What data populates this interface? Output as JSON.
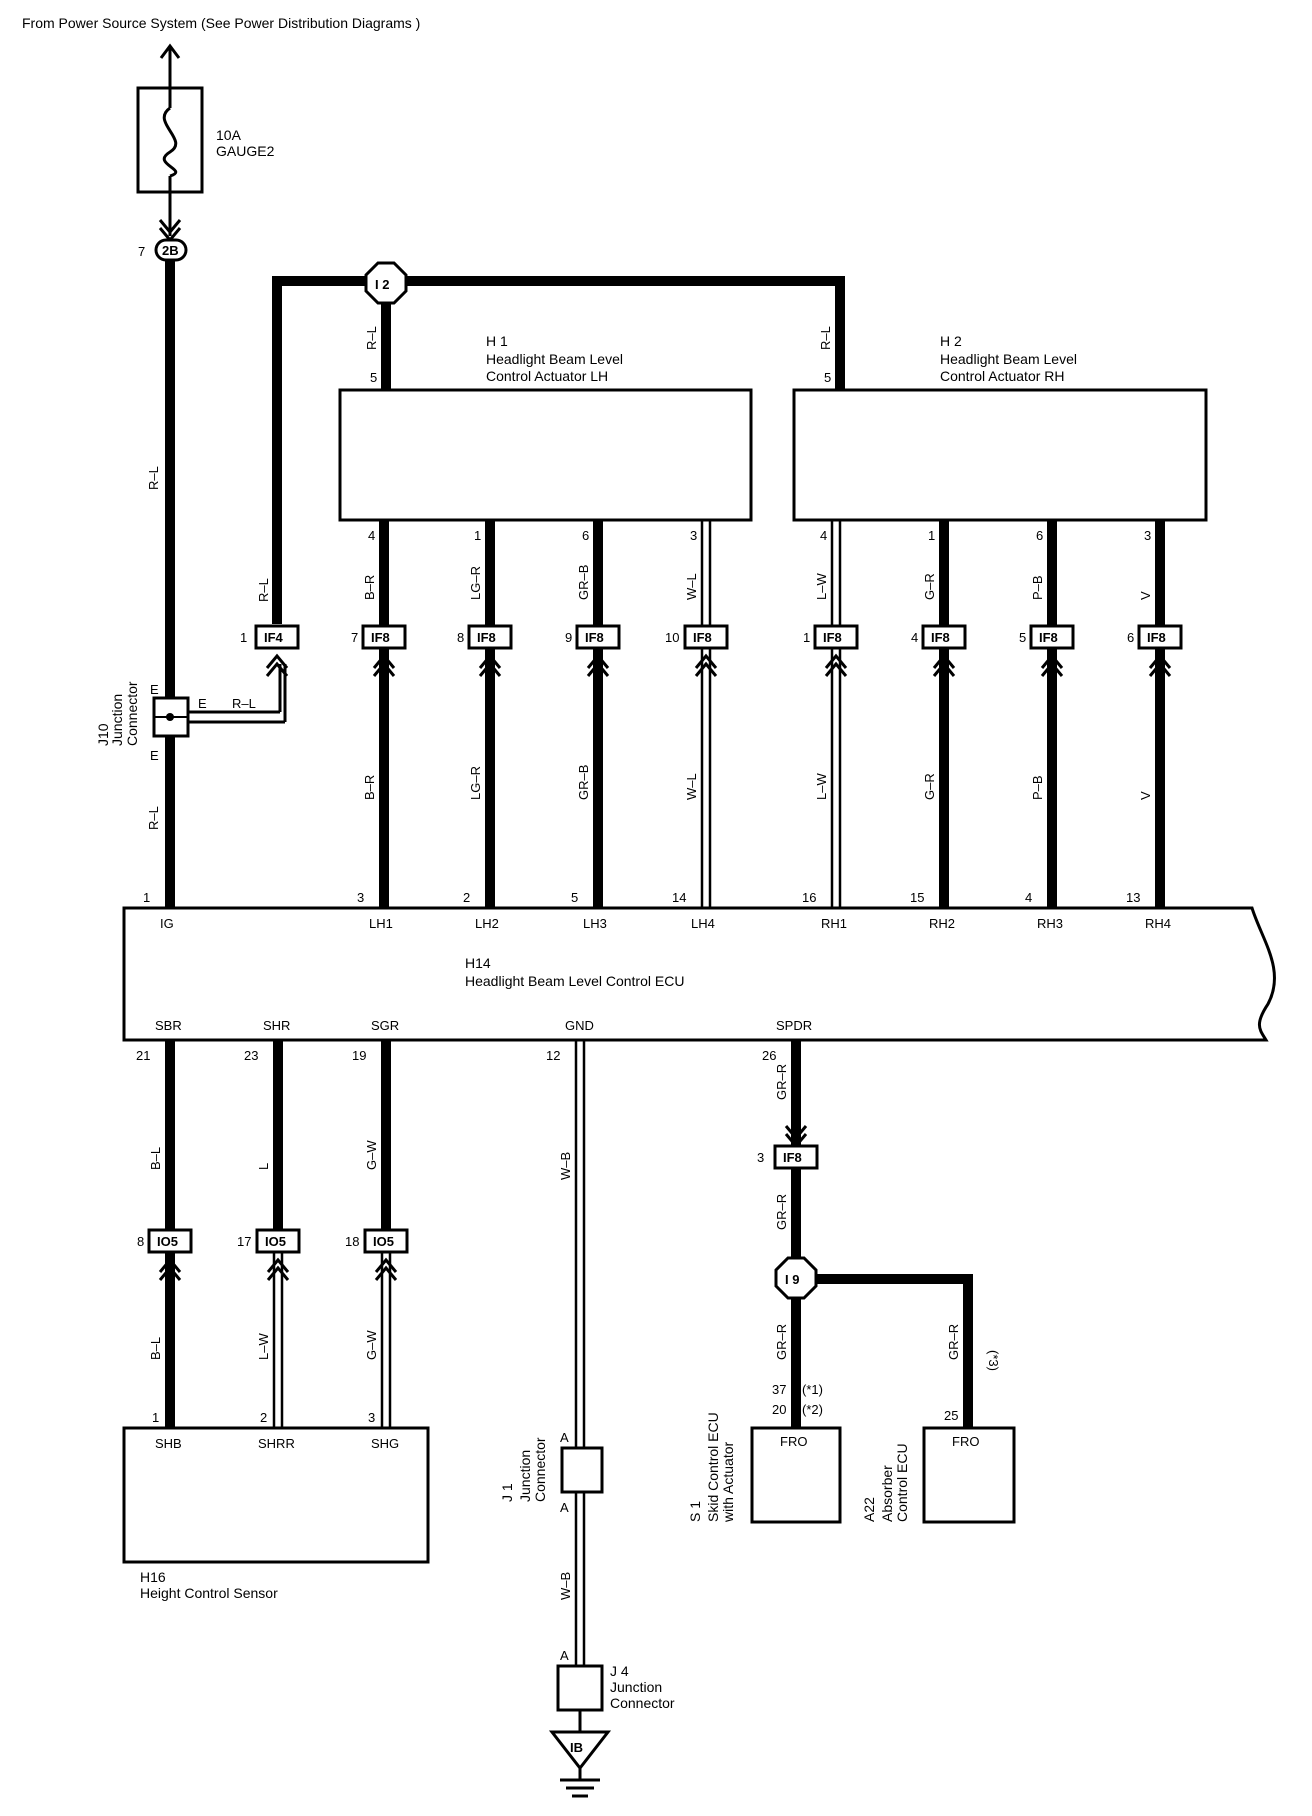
{
  "header": {
    "source_note": "From Power Source System (See Power Distribution Diagrams )"
  },
  "fuse": {
    "rating": "10A",
    "name": "GAUGE2"
  },
  "connectors": {
    "c2b": {
      "code": "2B",
      "pin": "7"
    },
    "i2": {
      "code": "I 2"
    },
    "i9": {
      "code": "I 9"
    },
    "if4": {
      "code": "IF4",
      "pin": "1"
    },
    "if8_top": [
      {
        "code": "IF8",
        "pin": "7"
      },
      {
        "code": "IF8",
        "pin": "8"
      },
      {
        "code": "IF8",
        "pin": "9"
      },
      {
        "code": "IF8",
        "pin": "10"
      },
      {
        "code": "IF8",
        "pin": "1"
      },
      {
        "code": "IF8",
        "pin": "4"
      },
      {
        "code": "IF8",
        "pin": "5"
      },
      {
        "code": "IF8",
        "pin": "6"
      }
    ],
    "if8_spdr": {
      "code": "IF8",
      "pin": "3"
    },
    "io5": [
      {
        "code": "IO5",
        "pin": "8"
      },
      {
        "code": "IO5",
        "pin": "17"
      },
      {
        "code": "IO5",
        "pin": "18"
      }
    ],
    "ground": {
      "code": "IB"
    }
  },
  "components": {
    "h1": {
      "code": "H 1",
      "name1": "Headlight Beam Level",
      "name2": "Control Actuator LH",
      "top_pin": "5",
      "bottom_pins": [
        "4",
        "1",
        "6",
        "3"
      ]
    },
    "h2": {
      "code": "H 2",
      "name1": "Headlight Beam Level",
      "name2": "Control Actuator RH",
      "top_pin": "5",
      "bottom_pins": [
        "4",
        "1",
        "6",
        "3"
      ]
    },
    "h14": {
      "code": "H14",
      "name": "Headlight Beam Level Control ECU",
      "top_terminals": [
        {
          "name": "IG",
          "pin": "1"
        },
        {
          "name": "LH1",
          "pin": "3"
        },
        {
          "name": "LH2",
          "pin": "2"
        },
        {
          "name": "LH3",
          "pin": "5"
        },
        {
          "name": "LH4",
          "pin": "14"
        },
        {
          "name": "RH1",
          "pin": "16"
        },
        {
          "name": "RH2",
          "pin": "15"
        },
        {
          "name": "RH3",
          "pin": "4"
        },
        {
          "name": "RH4",
          "pin": "13"
        }
      ],
      "bottom_terminals": [
        {
          "name": "SBR",
          "pin": "21"
        },
        {
          "name": "SHR",
          "pin": "23"
        },
        {
          "name": "SGR",
          "pin": "19"
        },
        {
          "name": "GND",
          "pin": "12"
        },
        {
          "name": "SPDR",
          "pin": "26"
        }
      ]
    },
    "h16": {
      "code": "H16",
      "name": "Height Control Sensor",
      "terminals": [
        {
          "name": "SHB",
          "pin": "1"
        },
        {
          "name": "SHRR",
          "pin": "2"
        },
        {
          "name": "SHG",
          "pin": "3"
        }
      ]
    },
    "j10": {
      "code": "J10",
      "name1": "Junction",
      "name2": "Connector",
      "term_top": "E",
      "term_side": "E",
      "term_bottom": "E"
    },
    "j1": {
      "code": "J 1",
      "name1": "Junction",
      "name2": "Connector",
      "term_top": "A",
      "term_bottom": "A"
    },
    "j4": {
      "code": "J 4",
      "name1": "Junction",
      "name2": "Connector",
      "term_top": "A"
    },
    "s1": {
      "code": "S 1",
      "name1": "Skid Control ECU",
      "name2": "with Actuator",
      "terminal": "FRO",
      "pin1": "37",
      "note1": "(*1)",
      "pin2": "20",
      "note2": "(*2)"
    },
    "a22": {
      "code": "A22",
      "name1": "Absorber",
      "name2": "Control ECU",
      "terminal": "FRO",
      "pin": "25",
      "note": "(*3)"
    }
  },
  "wires": {
    "main_upper": "R–L",
    "main_lower": "R–L",
    "j10_branch": "R–L",
    "to_if4": "R–L",
    "to_h1": "R–L",
    "to_h2": "R–L",
    "actuator_upper": [
      "B–R",
      "LG–R",
      "GR–B",
      "W–L",
      "L–W",
      "G–R",
      "P–B",
      "V"
    ],
    "actuator_lower": [
      "B–R",
      "LG–R",
      "GR–B",
      "W–L",
      "L–W",
      "G–R",
      "P–B",
      "V"
    ],
    "sensor_upper": [
      "B–L",
      "L",
      "G–W"
    ],
    "sensor_lower": [
      "B–L",
      "L–W",
      "G–W"
    ],
    "gnd_upper": "W–B",
    "gnd_lower": "W–B",
    "spdr_1": "GR–R",
    "spdr_2": "GR–R",
    "spdr_s1": "GR–R",
    "spdr_a22": "GR–R"
  }
}
